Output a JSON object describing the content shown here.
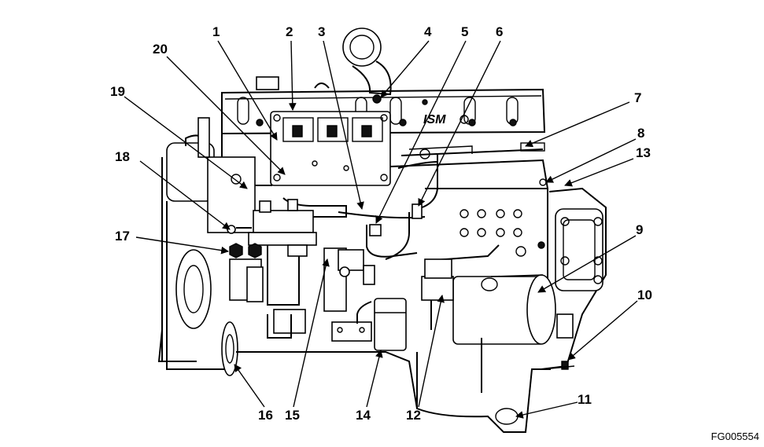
{
  "figure_id": "FG005554",
  "engine_badge": "ISM",
  "callouts": [
    "1",
    "2",
    "3",
    "4",
    "5",
    "6",
    "7",
    "8",
    "9",
    "10",
    "11",
    "12",
    "13",
    "14",
    "15",
    "16",
    "17",
    "18",
    "19",
    "20"
  ],
  "colors": {
    "line": "#000000",
    "background": "#ffffff"
  }
}
